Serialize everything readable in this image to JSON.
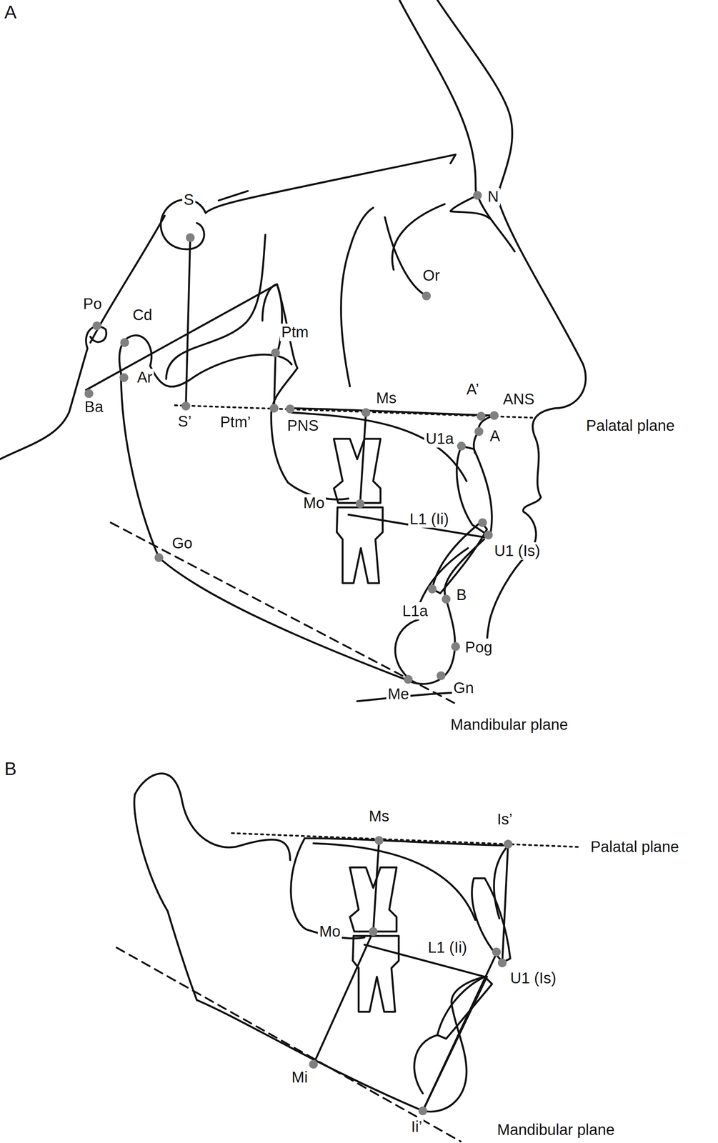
{
  "diagram": {
    "labels": [
      "A",
      "S",
      "N",
      "Or",
      "Po",
      "Cd",
      "Ptm",
      "Ar",
      "Ba",
      "S’",
      "Ptm’",
      "PNS",
      "Ms",
      "A’",
      "ANS",
      "Palatal plane",
      "U1a",
      "A",
      "Mo",
      "L1 (Ii)",
      "U1 (Is)",
      "Go",
      "B",
      "L1a",
      "Pog",
      "Gn",
      "Me",
      "Mandibular plane",
      "B",
      "Ms",
      "Is’",
      "Palatal plane",
      "Mo",
      "L1 (Ii)",
      "U1 (Is)",
      "Mi",
      "Ii’",
      "Mandibular plane"
    ]
  }
}
